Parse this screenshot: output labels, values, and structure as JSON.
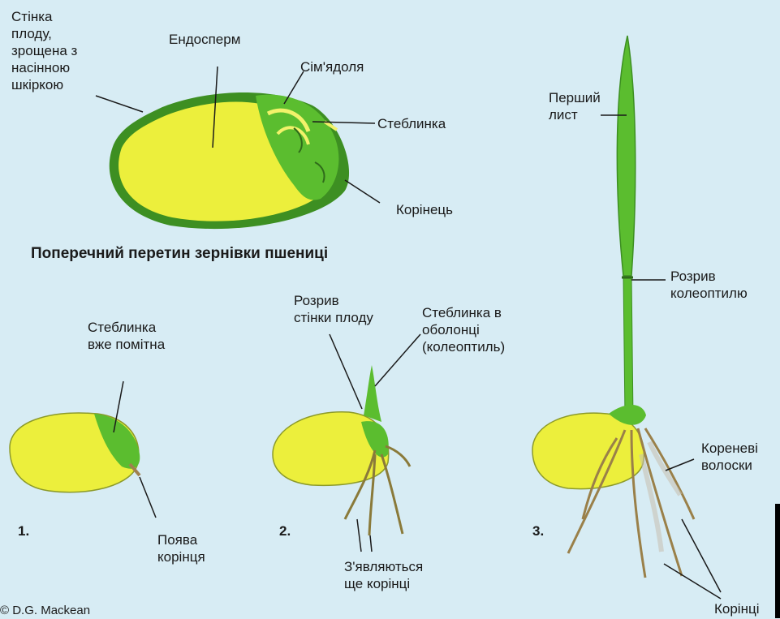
{
  "section_title": "Поперечний перетин зернівки пшениці",
  "labels": {
    "fruit_wall": "Стінка\nплоду,\nзрощена з\nнасінною\nшкіркою",
    "endosperm": "Ендосперм",
    "cotyledon": "Сім'ядоля",
    "stem_bud": "Стеблинка",
    "radicle": "Корінець",
    "stem_visible": "Стеблинка\nвже помітна",
    "radicle_appears": "Поява\nкорінця",
    "fruit_wall_break": "Розрив\nстінки плоду",
    "coleoptile": "Стеблинка в\nоболонці\n(колеоптиль)",
    "more_roots": "З'являються\nще корінці",
    "first_leaf": "Перший\nлист",
    "coleoptile_break": "Розрив\nколеоптилю",
    "root_hairs": "Кореневі\nволоски",
    "roots": "Корінці"
  },
  "stages": [
    "1.",
    "2.",
    "3."
  ],
  "credit": "© D.G. Mackean",
  "colors": {
    "background": "#d7ecf4",
    "endosperm": "#ecef3c",
    "seed_coat": "#3d8f22",
    "embryo": "#5bbd2f",
    "root": "#a08050"
  }
}
